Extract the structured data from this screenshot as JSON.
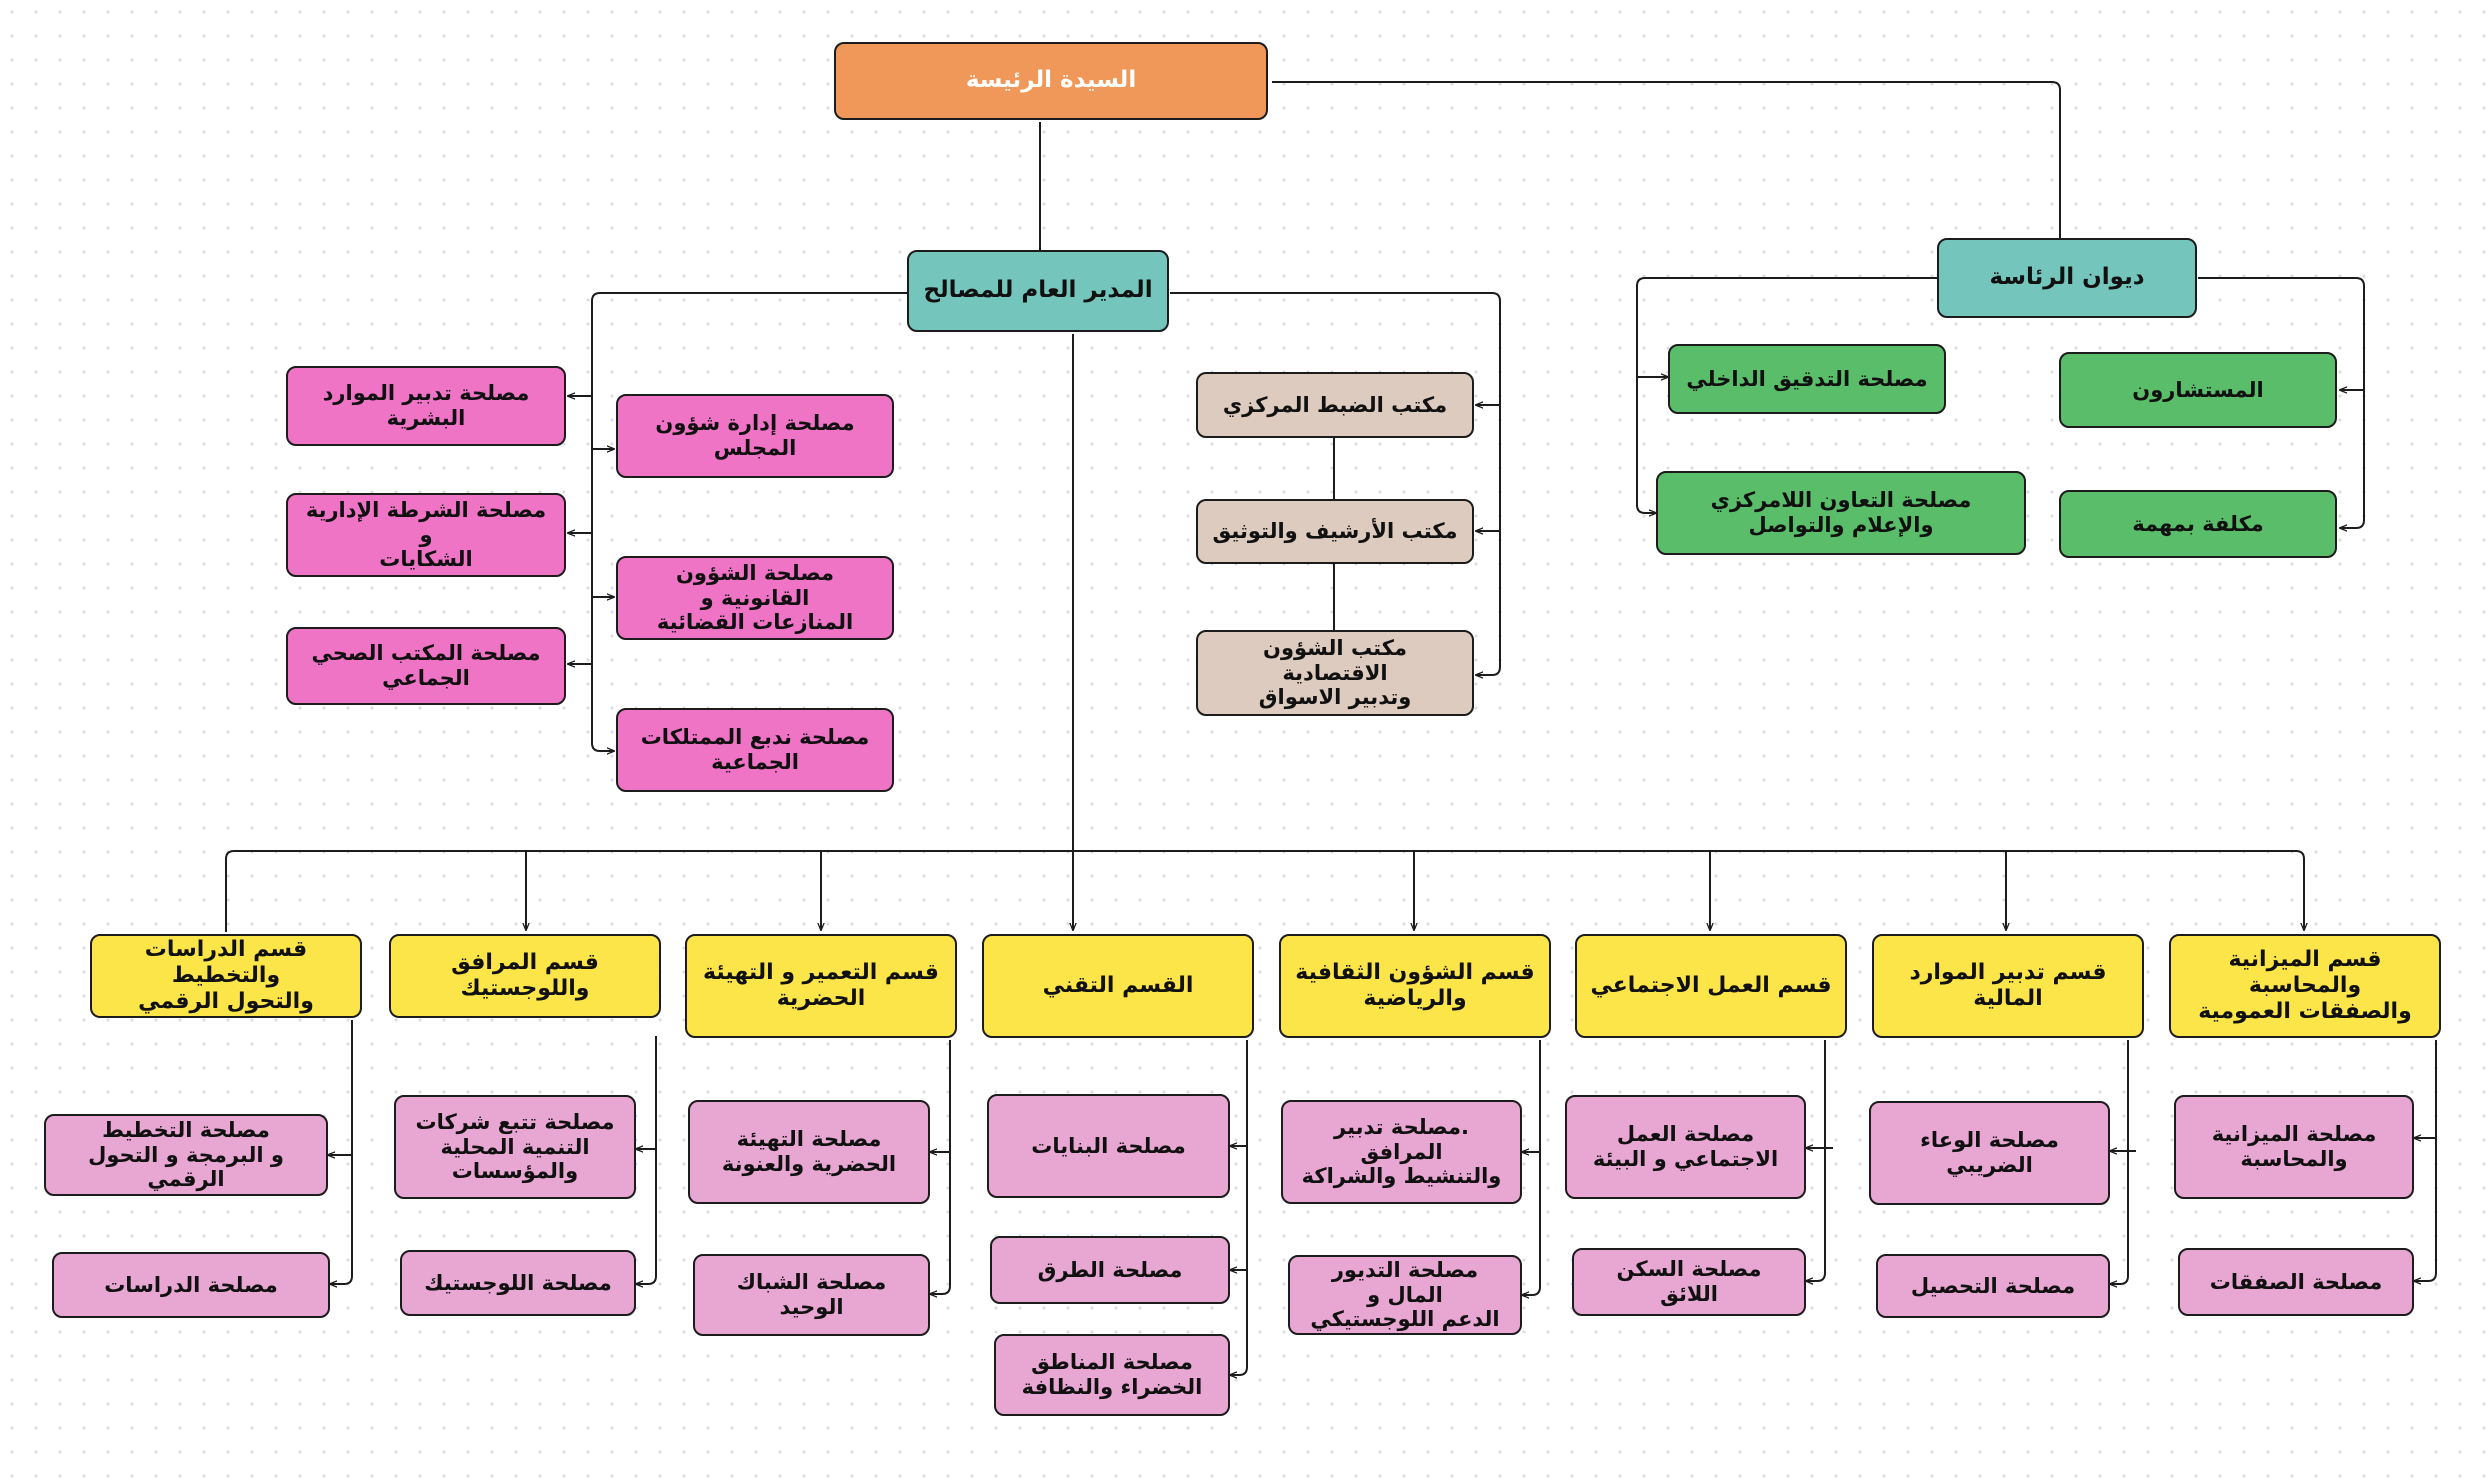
{
  "colors": {
    "root": "#f0985a",
    "level1": "#74c6bc",
    "presidency_units": "#59bd6a",
    "offices": "#dccbbe",
    "direct_services": "#ef74c5",
    "departments": "#fce549",
    "department_services": "#e8a7d2",
    "connector": "#1c1c1c"
  },
  "root": "السيدة الرئيسة",
  "presidency": {
    "title": "ديوان الرئاسة",
    "advisors": "المستشارون",
    "internal_audit": "مصلحة التدقيق الداخلي",
    "mission_officer": "مكلفة بمهمة",
    "decentralized_cooperation": "مصلحة التعاون اللامركزي\nوالإعلام والتواصل"
  },
  "director": {
    "title": "المدير العام للمصالح",
    "offices": {
      "central_control": "مكتب الضبط المركزي",
      "archive": "مكتب الأرشيف والتوثيق",
      "economic_affairs": "مكتب الشؤون الاقتصادية\nوتدبير الاسواق"
    },
    "services": {
      "council_affairs": "مصلحة إدارة شؤون\nالمجلس",
      "legal_affairs": "مصلحة الشؤون القانونية و\nالمنازعات القضائية",
      "collective_property": "مصلحة ندبع الممتلكات\nالجماعية",
      "human_resources": "مصلحة تدبير الموارد\nالبشرية",
      "admin_police": "مصلحة الشرطة الإدارية  و\nالشكايات",
      "health_office": "مصلحة المكتب الصحي\nالجماعي"
    }
  },
  "departments": {
    "budget": {
      "title": "قسم الميزانية والمحاسبة\nوالصفقات العمومية",
      "services": [
        "مصلحة الميزانية\nوالمحاسبة",
        "مصلحة الصفقات"
      ]
    },
    "financial": {
      "title": "قسم تدبير الموارد المالية",
      "services": [
        "مصلحة الوعاء\nالضريبي",
        "مصلحة التحصيل"
      ]
    },
    "social": {
      "title": "قسم العمل الاجتماعي",
      "services": [
        "مصلحة العمل\nالاجتماعي و البيئة",
        "مصلحة السكن اللائق"
      ]
    },
    "cultural": {
      "title": "قسم الشؤون الثقافية\nوالرياضية",
      "services": [
        ".مصلحة تدبير المرافق\nوالتنشيط والشراكة",
        "مصلحة التديور المال و\nالدعم اللوجستيكي"
      ]
    },
    "technical": {
      "title": "القسم التقني",
      "services": [
        "مصلحة البنايات",
        "مصلحة الطرق",
        "مصلحة المناطق\nالخضراء والنظافة"
      ]
    },
    "urbanism": {
      "title": "قسم التعمير و التهيئة\nالحضرية",
      "services": [
        "مصلحة التهيئة\nالحضرية والعنونة",
        "مصلحة الشباك\nالوحيد"
      ]
    },
    "facilities": {
      "title": "قسم المرافق\nواللوجستيك",
      "services": [
        "مصلحة تتبع شركات\nالتنمية المحلية\nوالمؤسسات",
        "مصلحة اللوجستيك"
      ]
    },
    "studies": {
      "title": "قسم الدراسات والتخطيط\nوالتحول الرقمي",
      "services": [
        "مصلحة التخطيط\nو البرمجة و التحول الرقمي",
        "مصلحة الدراسات"
      ]
    }
  }
}
